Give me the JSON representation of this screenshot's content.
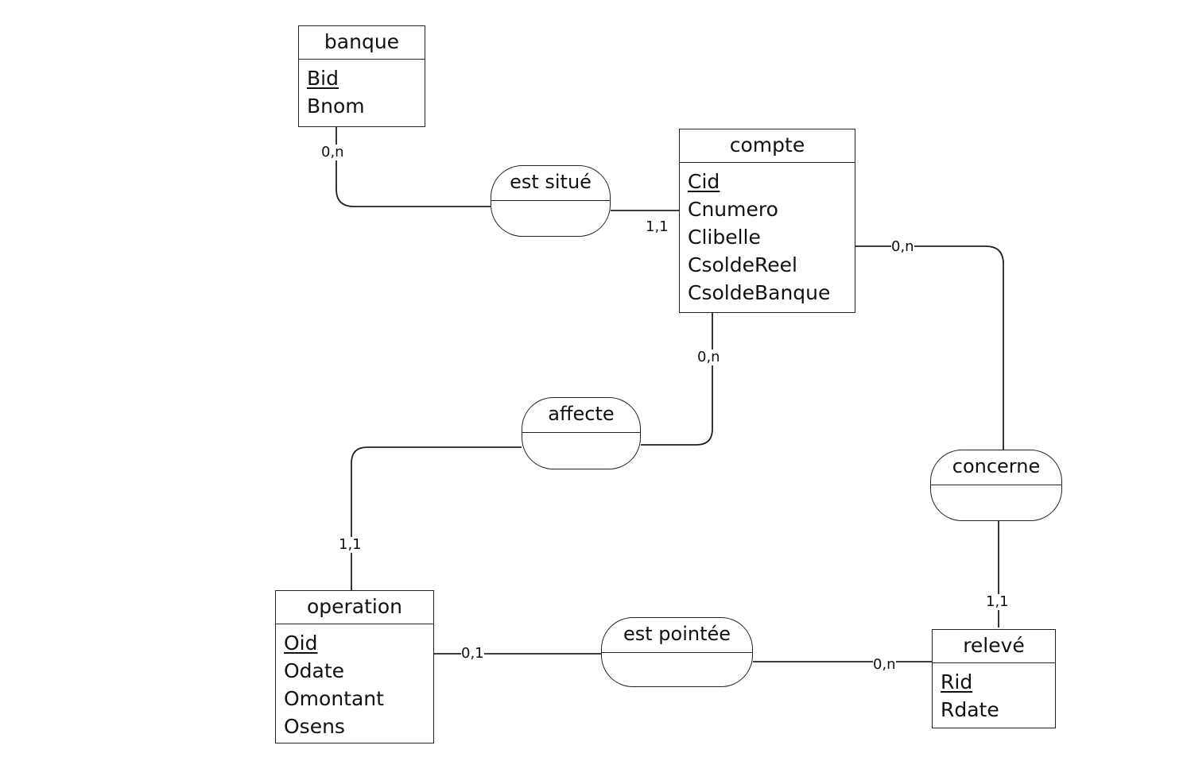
{
  "entities": {
    "banque": {
      "name": "banque",
      "attributes": [
        "Bid",
        "Bnom"
      ],
      "key": "Bid"
    },
    "compte": {
      "name": "compte",
      "attributes": [
        "Cid",
        "Cnumero",
        "Clibelle",
        "CsoldeReel",
        "CsoldeBanque"
      ],
      "key": "Cid"
    },
    "operation": {
      "name": "operation",
      "attributes": [
        "Oid",
        "Odate",
        "Omontant",
        "Osens"
      ],
      "key": "Oid"
    },
    "releve": {
      "name": "relevé",
      "attributes": [
        "Rid",
        "Rdate"
      ],
      "key": "Rid"
    }
  },
  "relations": {
    "est_situe": {
      "label": "est situé"
    },
    "affecte": {
      "label": "affecte"
    },
    "concerne": {
      "label": "concerne"
    },
    "est_pointee": {
      "label": "est pointée"
    }
  },
  "cardinalities": {
    "banque_est_situe": "0,n",
    "compte_est_situe": "1,1",
    "compte_concerne": "0,n",
    "compte_affecte": "0,n",
    "operation_affecte": "1,1",
    "releve_concerne": "1,1",
    "operation_est_pointee": "0,1",
    "releve_est_pointee": "0,n"
  }
}
